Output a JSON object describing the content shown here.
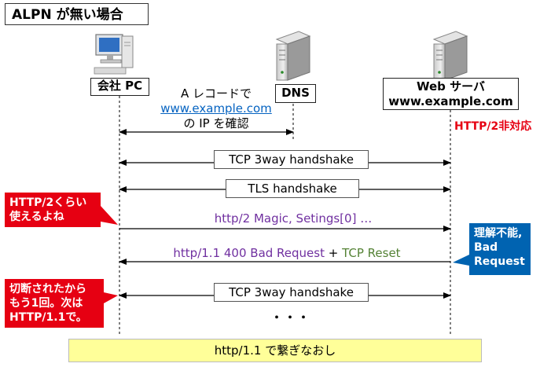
{
  "title": "ALPN が無い場合",
  "nodes": {
    "client": "会社 PC",
    "dns": "DNS",
    "server_line1": "Web サーバ",
    "server_line2": "www.example.com"
  },
  "server_note": "HTTP/2非対応",
  "dns_query": {
    "line1": "A レコードで",
    "line2": "www.example.com",
    "line3": "の IP を確認"
  },
  "messages": {
    "tcp1": "TCP 3way handshake",
    "tls": "TLS handshake",
    "magic": "http/2 Magic, Setings[0] …",
    "bad_request": "http/1.1 400 Bad Request",
    "plus": " + ",
    "tcp_reset": "TCP Reset",
    "tcp2": "TCP 3way handshake",
    "ellipsis": "・・・"
  },
  "callouts": {
    "client_hope": "HTTP/2くらい\n使えるよね",
    "server_reply": "理解不能,\nBad\nRequest",
    "client_retry": "切断されたから\nもう1回。次は\nHTTP/1.1で。"
  },
  "banner": "http/1.1 で繋ぎなおし",
  "colors": {
    "callout_red": "#e60012",
    "callout_blue": "#0063b1",
    "note_red": "#e60012",
    "message_purple": "#7030a0",
    "reset_green": "#548235",
    "link_blue": "#0563c1",
    "banner_yellow": "#ffff99"
  },
  "icons": {
    "client": "pc-icon",
    "dns": "server-icon",
    "server": "server-icon"
  }
}
